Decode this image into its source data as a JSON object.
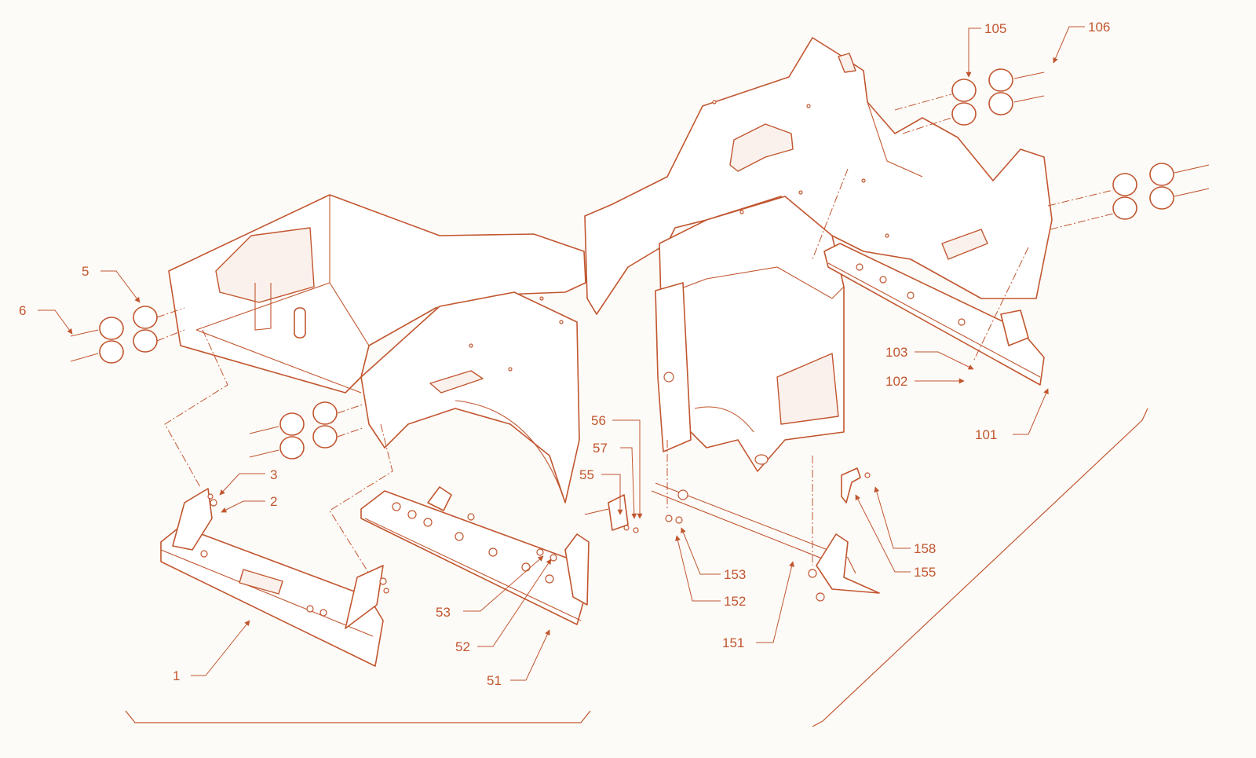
{
  "diagram": {
    "accent_color": "#c1562f",
    "background_color": "#fdfbf8",
    "callouts": [
      "5",
      "6",
      "3",
      "2",
      "1",
      "53",
      "52",
      "51",
      "55",
      "56",
      "57",
      "153",
      "152",
      "151",
      "158",
      "155",
      "105",
      "106",
      "103",
      "102",
      "101"
    ]
  }
}
